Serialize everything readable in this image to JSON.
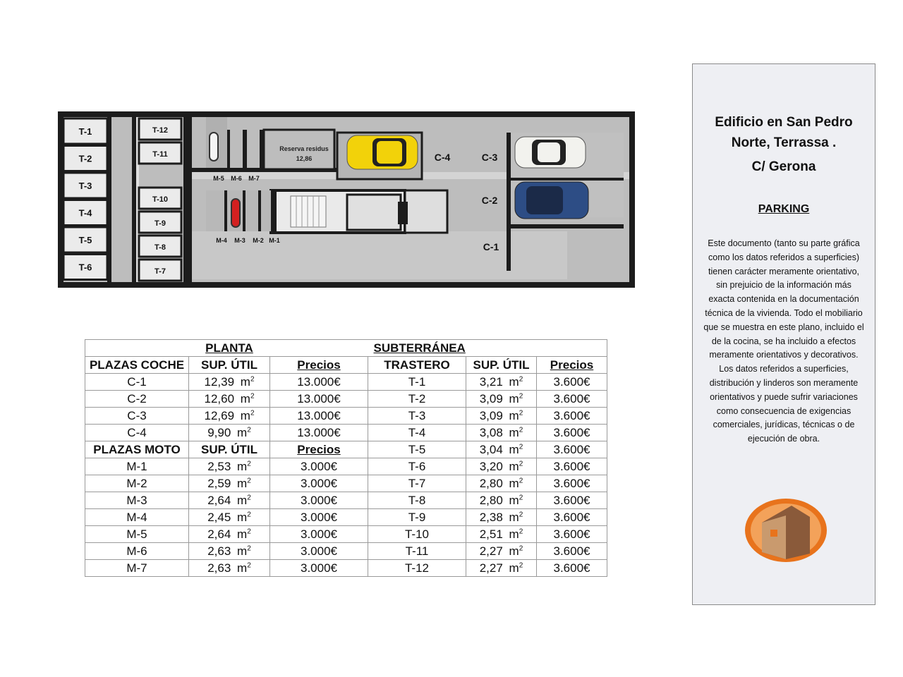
{
  "plan": {
    "storage_labels": [
      "T-1",
      "T-2",
      "T-3",
      "T-4",
      "T-5",
      "T-6",
      "T-12",
      "T-11",
      "T-10",
      "T-9",
      "T-8",
      "T-7"
    ],
    "moto_labels_top": [
      "M-5",
      "M-6",
      "M-7"
    ],
    "moto_labels_bottom": [
      "M-4",
      "M-3",
      "M-2",
      "M-1"
    ],
    "car_labels": [
      "C-4",
      "C-3",
      "C-2",
      "C-1"
    ],
    "reserve_label": "Reserva residus",
    "reserve_value": "12,86",
    "colors": {
      "car_yellow": "#f2d20a",
      "car_white": "#f2f2ee",
      "car_blue": "#2d4d85",
      "moto_red": "#d32020"
    }
  },
  "table": {
    "title_left": "PLANTA",
    "title_right": "SUBTERRÁNEA",
    "area_unit": "m",
    "area_exp": "2",
    "car_headers": [
      "PLAZAS COCHE",
      "SUP. ÚTIL",
      "Precios"
    ],
    "moto_headers": [
      "PLAZAS MOTO",
      "SUP. ÚTIL",
      "Precios"
    ],
    "storage_headers": [
      "TRASTERO",
      "SUP. ÚTIL",
      "Precios"
    ],
    "cars": [
      {
        "id": "C-1",
        "area": "12,39",
        "price": "13.000€"
      },
      {
        "id": "C-2",
        "area": "12,60",
        "price": "13.000€"
      },
      {
        "id": "C-3",
        "area": "12,69",
        "price": "13.000€"
      },
      {
        "id": "C-4",
        "area": "9,90",
        "price": "13.000€"
      }
    ],
    "motos": [
      {
        "id": "M-1",
        "area": "2,53",
        "price": "3.000€"
      },
      {
        "id": "M-2",
        "area": "2,59",
        "price": "3.000€"
      },
      {
        "id": "M-3",
        "area": "2,64",
        "price": "3.000€"
      },
      {
        "id": "M-4",
        "area": "2,45",
        "price": "3.000€"
      },
      {
        "id": "M-5",
        "area": "2,64",
        "price": "3.000€"
      },
      {
        "id": "M-6",
        "area": "2,63",
        "price": "3.000€"
      },
      {
        "id": "M-7",
        "area": "2,63",
        "price": "3.000€"
      }
    ],
    "storage": [
      {
        "id": "T-1",
        "area": "3,21",
        "price": "3.600€"
      },
      {
        "id": "T-2",
        "area": "3,09",
        "price": "3.600€"
      },
      {
        "id": "T-3",
        "area": "3,09",
        "price": "3.600€"
      },
      {
        "id": "T-4",
        "area": "3,08",
        "price": "3.600€"
      },
      {
        "id": "T-5",
        "area": "3,04",
        "price": "3.600€"
      },
      {
        "id": "T-6",
        "area": "3,20",
        "price": "3.600€"
      },
      {
        "id": "T-7",
        "area": "2,80",
        "price": "3.600€"
      },
      {
        "id": "T-8",
        "area": "2,80",
        "price": "3.600€"
      },
      {
        "id": "T-9",
        "area": "2,38",
        "price": "3.600€"
      },
      {
        "id": "T-10",
        "area": "2,51",
        "price": "3.600€"
      },
      {
        "id": "T-11",
        "area": "2,27",
        "price": "3.600€"
      },
      {
        "id": "T-12",
        "area": "2,27",
        "price": "3.600€"
      }
    ]
  },
  "side": {
    "title_line1": "Edificio en San Pedro",
    "title_line2": "Norte, Terrassa .",
    "address": "C/ Gerona",
    "heading": "PARKING",
    "note": "Este documento (tanto su parte gráfica como los datos referidos a superficies) tienen carácter meramente orientativo, sin prejuicio de la información más exacta contenida en la documentación técnica de la vivienda. Todo el mobiliario que se muestra en este plano, incluido el de la cocina, se ha incluido a efectos meramente orientativos y decorativos. Los datos referidos a superficies, distribución y linderos son meramente orientativos y puede sufrir variaciones como consecuencia de exigencias comerciales, jurídicas, técnicas o de ejecución de obra.",
    "logo_icon": "house-logo-icon",
    "colors": {
      "panel_bg": "#eeeff3",
      "logo_orange": "#e8731c",
      "logo_brown": "#8a5a3a"
    }
  }
}
